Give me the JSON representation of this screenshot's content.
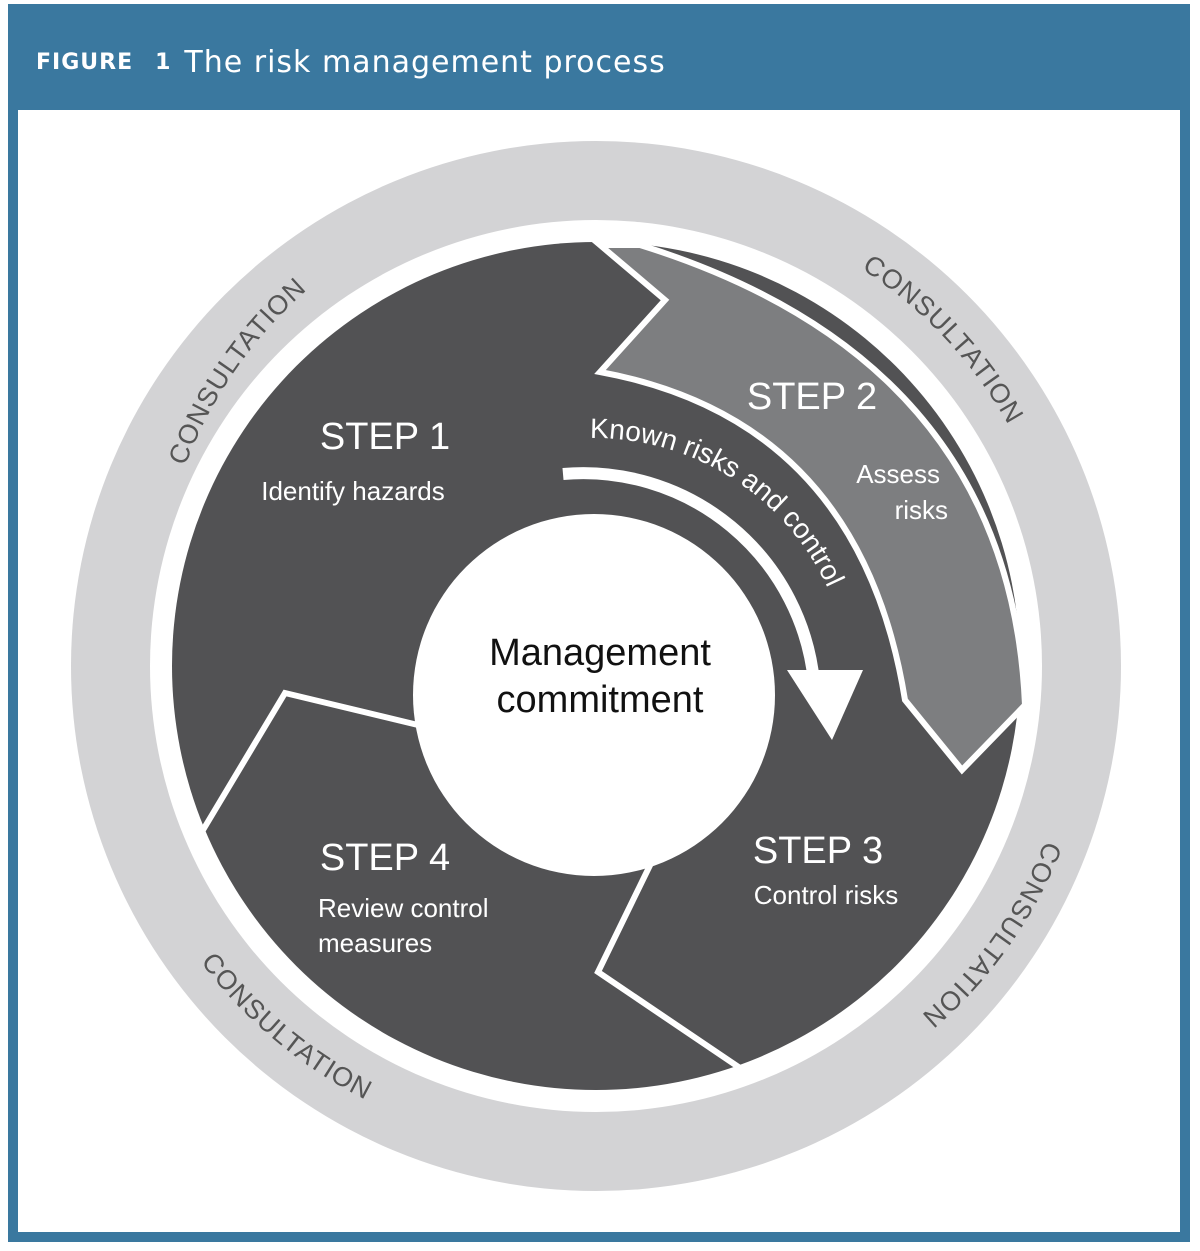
{
  "header": {
    "figure_label": "FIGURE",
    "figure_number": "1",
    "title": "The risk management process"
  },
  "diagram": {
    "center": {
      "line1": "Management",
      "line2": "commitment"
    },
    "steps": [
      {
        "label": "STEP 1",
        "desc_lines": [
          "Identify hazards"
        ]
      },
      {
        "label": "STEP 2",
        "desc_lines": [
          "Assess",
          "risks"
        ]
      },
      {
        "label": "STEP 3",
        "desc_lines": [
          "Control risks"
        ]
      },
      {
        "label": "STEP 4",
        "desc_lines": [
          "Review control",
          "measures"
        ]
      }
    ],
    "arrow_text": "Known risks and control",
    "consultation": [
      "CONSULTATION",
      "CONSULTATION",
      "CONSULTATION",
      "CONSULTATION"
    ]
  },
  "colors": {
    "header_blue": "#3a789f",
    "ring_gray": "#d3d3d5",
    "dark_segment": "#525254",
    "step2_segment": "#7d7e80",
    "center_white": "#ffffff"
  }
}
